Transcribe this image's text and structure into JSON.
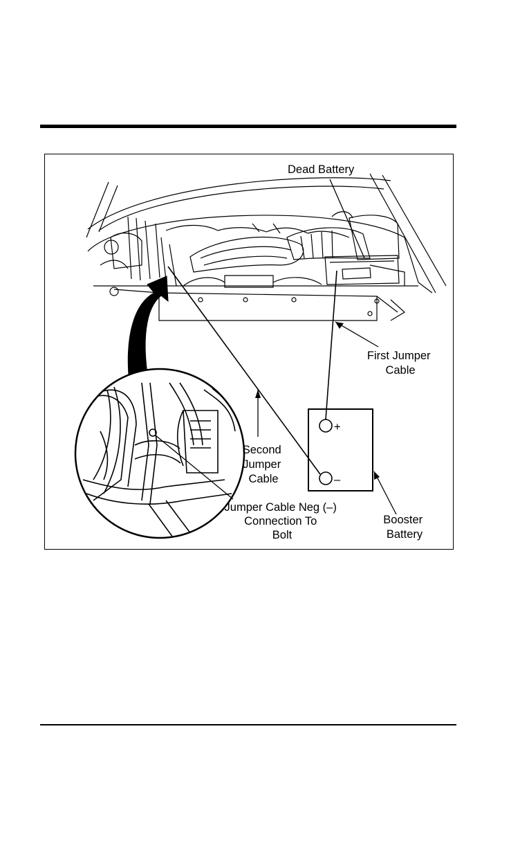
{
  "diagram": {
    "labels": {
      "dead_battery": "Dead Battery",
      "first_jumper_cable": [
        "First Jumper",
        "Cable"
      ],
      "second_jumper_cable": [
        "Second",
        "Jumper",
        "Cable"
      ],
      "neg_connection": [
        "Jumper Cable Neg (–)",
        "Connection To",
        "Bolt"
      ],
      "booster_battery": [
        "Booster",
        "Battery"
      ],
      "positive_terminal": "+",
      "negative_terminal": "–"
    }
  }
}
